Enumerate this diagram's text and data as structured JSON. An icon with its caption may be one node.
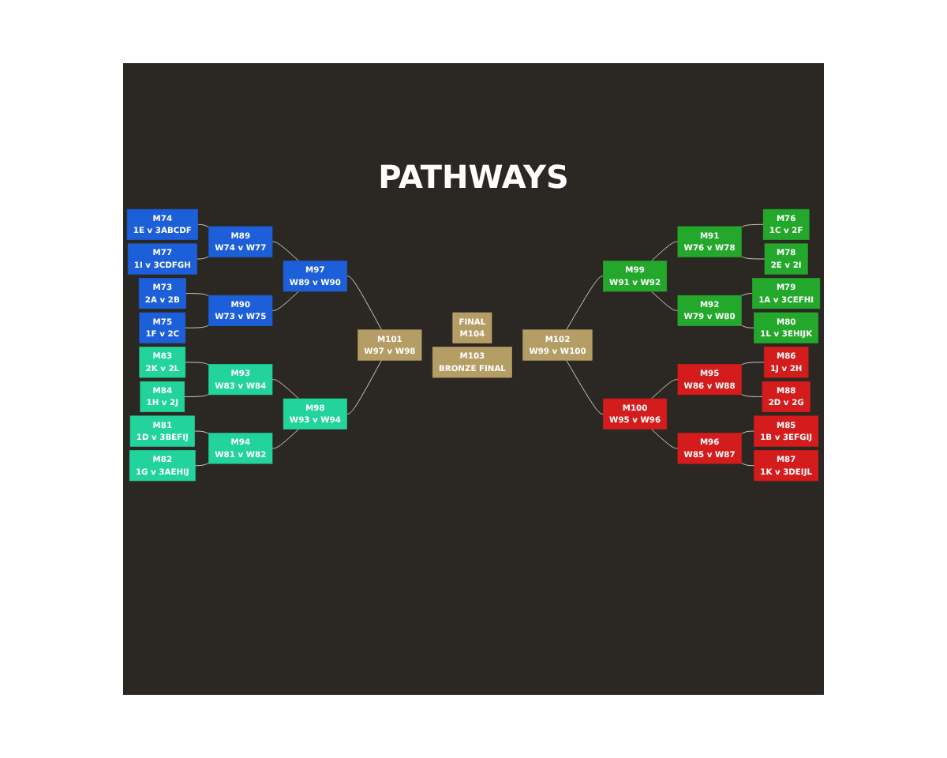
{
  "diagram": {
    "title": "PATHWAYS",
    "nodes": [
      {
        "text": [
          "M74",
          "1E v 3ABCDF"
        ]
      },
      {
        "text": [
          "M77",
          "1I v 3CDFGH"
        ]
      },
      {
        "text": [
          "M73",
          "2A v 2B"
        ]
      },
      {
        "text": [
          "M75",
          "1F v 2C"
        ]
      },
      {
        "text": [
          "M89",
          "W74 v W77"
        ]
      },
      {
        "text": [
          "M90",
          "W73 v W75"
        ]
      },
      {
        "text": [
          "M97",
          "W89 v W90"
        ]
      },
      {
        "text": [
          "M83",
          "2K v 2L"
        ]
      },
      {
        "text": [
          "M84",
          "1H v 2J"
        ]
      },
      {
        "text": [
          "M81",
          "1D v 3BEFIJ"
        ]
      },
      {
        "text": [
          "M82",
          "1G v 3AEHIJ"
        ]
      },
      {
        "text": [
          "M93",
          "W83 v W84"
        ]
      },
      {
        "text": [
          "M94",
          "W81 v W82"
        ]
      },
      {
        "text": [
          "M98",
          "W93 v W94"
        ]
      },
      {
        "text": [
          "M101",
          "W97 v W98"
        ]
      },
      {
        "text": [
          "FINAL",
          "M104"
        ]
      },
      {
        "text": [
          "M103",
          "BRONZE FINAL"
        ]
      },
      {
        "text": [
          "M102",
          "W99 v W100"
        ]
      },
      {
        "text": [
          "M99",
          "W91 v W92"
        ]
      },
      {
        "text": [
          "M91",
          "W76 v W78"
        ]
      },
      {
        "text": [
          "M92",
          "W79 v W80"
        ]
      },
      {
        "text": [
          "M76",
          "1C v 2F"
        ]
      },
      {
        "text": [
          "M78",
          "2E v 2I"
        ]
      },
      {
        "text": [
          "M79",
          "1A v 3CEFHI"
        ]
      },
      {
        "text": [
          "M80",
          "1L v 3EHIJK"
        ]
      },
      {
        "text": [
          "M100",
          "W95 v W96"
        ]
      },
      {
        "text": [
          "M95",
          "W86 v W88"
        ]
      },
      {
        "text": [
          "M96",
          "W85 v W87"
        ]
      },
      {
        "text": [
          "M86",
          "1J v 2H"
        ]
      },
      {
        "text": [
          "M88",
          "2D v 2G"
        ]
      },
      {
        "text": [
          "M85",
          "1B v 3EFGIJ"
        ]
      },
      {
        "text": [
          "M87",
          "1K v 3DEIJL"
        ]
      }
    ],
    "edges": [
      {
        "from": 0,
        "to": 4,
        "arrow": "none"
      },
      {
        "from": 1,
        "to": 4,
        "arrow": "none"
      },
      {
        "from": 2,
        "to": 5,
        "arrow": "none"
      },
      {
        "from": 3,
        "to": 5,
        "arrow": "none"
      },
      {
        "from": 4,
        "to": 6,
        "arrow": "none"
      },
      {
        "from": 5,
        "to": 6,
        "arrow": "none"
      },
      {
        "from": 7,
        "to": 11,
        "arrow": "none"
      },
      {
        "from": 8,
        "to": 11,
        "arrow": "none"
      },
      {
        "from": 9,
        "to": 12,
        "arrow": "none"
      },
      {
        "from": 10,
        "to": 12,
        "arrow": "none"
      },
      {
        "from": 11,
        "to": 13,
        "arrow": "none"
      },
      {
        "from": 12,
        "to": 13,
        "arrow": "none"
      },
      {
        "from": 6,
        "to": 14,
        "arrow": "none"
      },
      {
        "from": 13,
        "to": 14,
        "arrow": "none"
      },
      {
        "from": 17,
        "to": 18,
        "arrow": "none"
      },
      {
        "from": 17,
        "to": 25,
        "arrow": "none"
      },
      {
        "from": 18,
        "to": 19,
        "arrow": "none"
      },
      {
        "from": 18,
        "to": 20,
        "arrow": "none"
      },
      {
        "from": 19,
        "to": 21,
        "arrow": "none"
      },
      {
        "from": 19,
        "to": 22,
        "arrow": "none"
      },
      {
        "from": 20,
        "to": 23,
        "arrow": "none"
      },
      {
        "from": 20,
        "to": 24,
        "arrow": "none"
      },
      {
        "from": 25,
        "to": 26,
        "arrow": "none"
      },
      {
        "from": 25,
        "to": 27,
        "arrow": "none"
      },
      {
        "from": 26,
        "to": 28,
        "arrow": "none"
      },
      {
        "from": 26,
        "to": 29,
        "arrow": "none"
      },
      {
        "from": 27,
        "to": 30,
        "arrow": "none"
      },
      {
        "from": 27,
        "to": 31,
        "arrow": "none"
      }
    ]
  }
}
